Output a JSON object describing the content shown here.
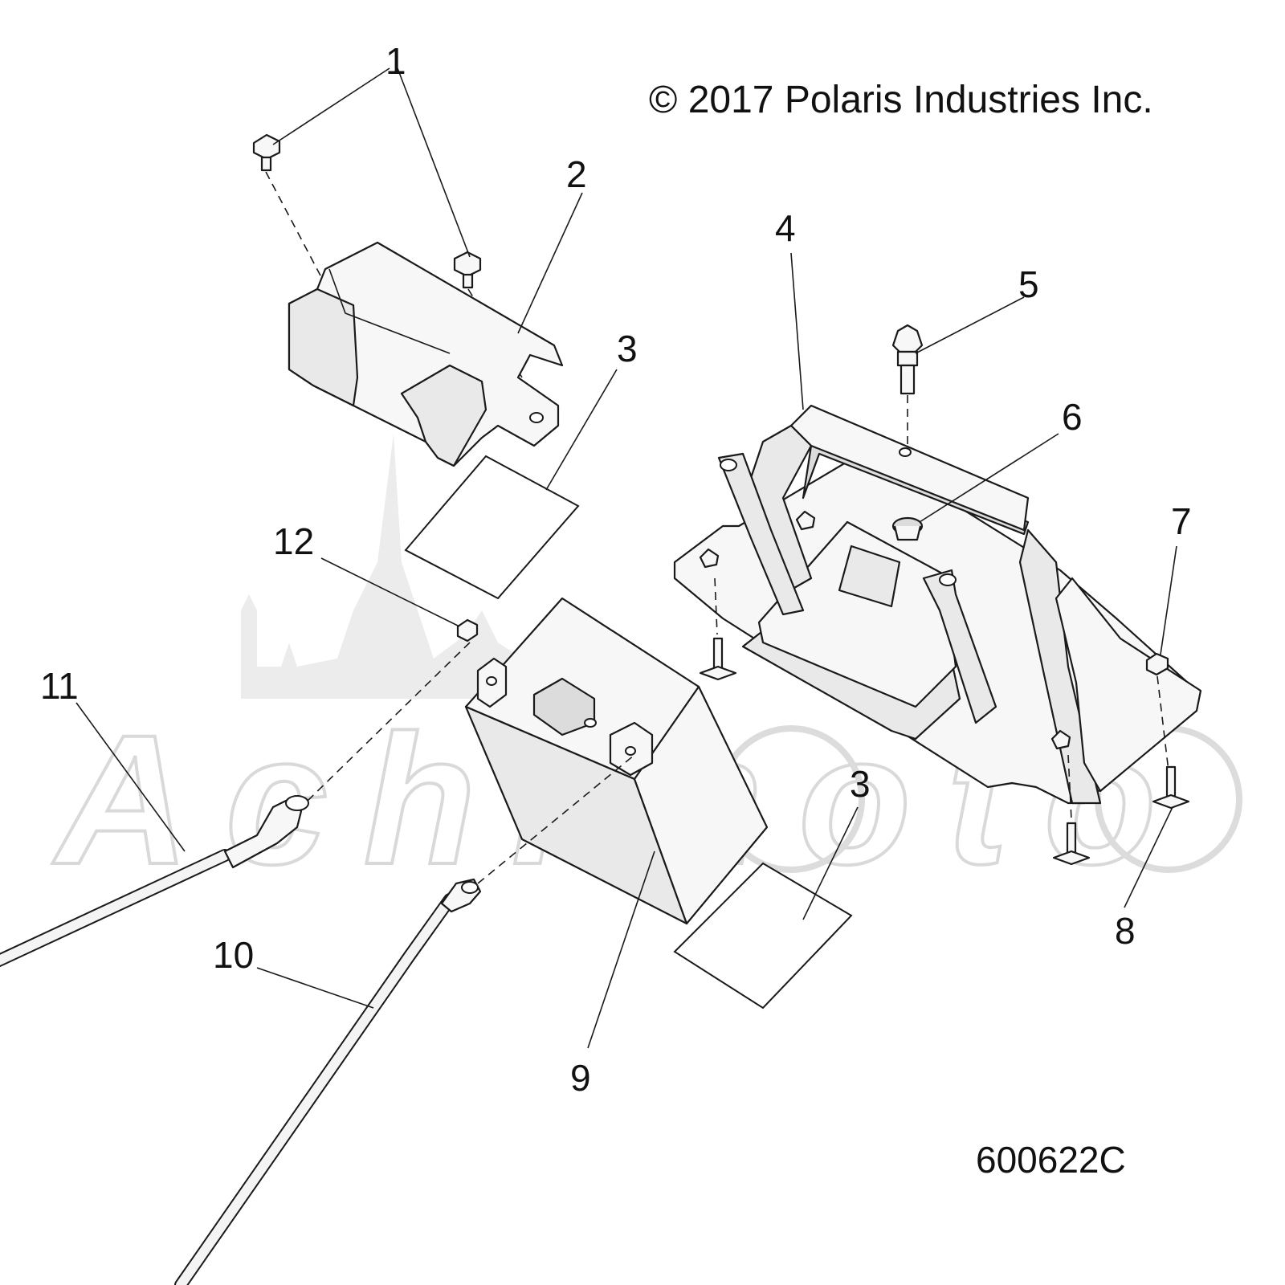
{
  "copyright": "© 2017 Polaris Industries Inc.",
  "part_number": "600622C",
  "watermark": "Achimoto",
  "callouts": [
    "1",
    "2",
    "3",
    "4",
    "5",
    "6",
    "7",
    "8",
    "9",
    "10",
    "11",
    "12",
    "3"
  ]
}
